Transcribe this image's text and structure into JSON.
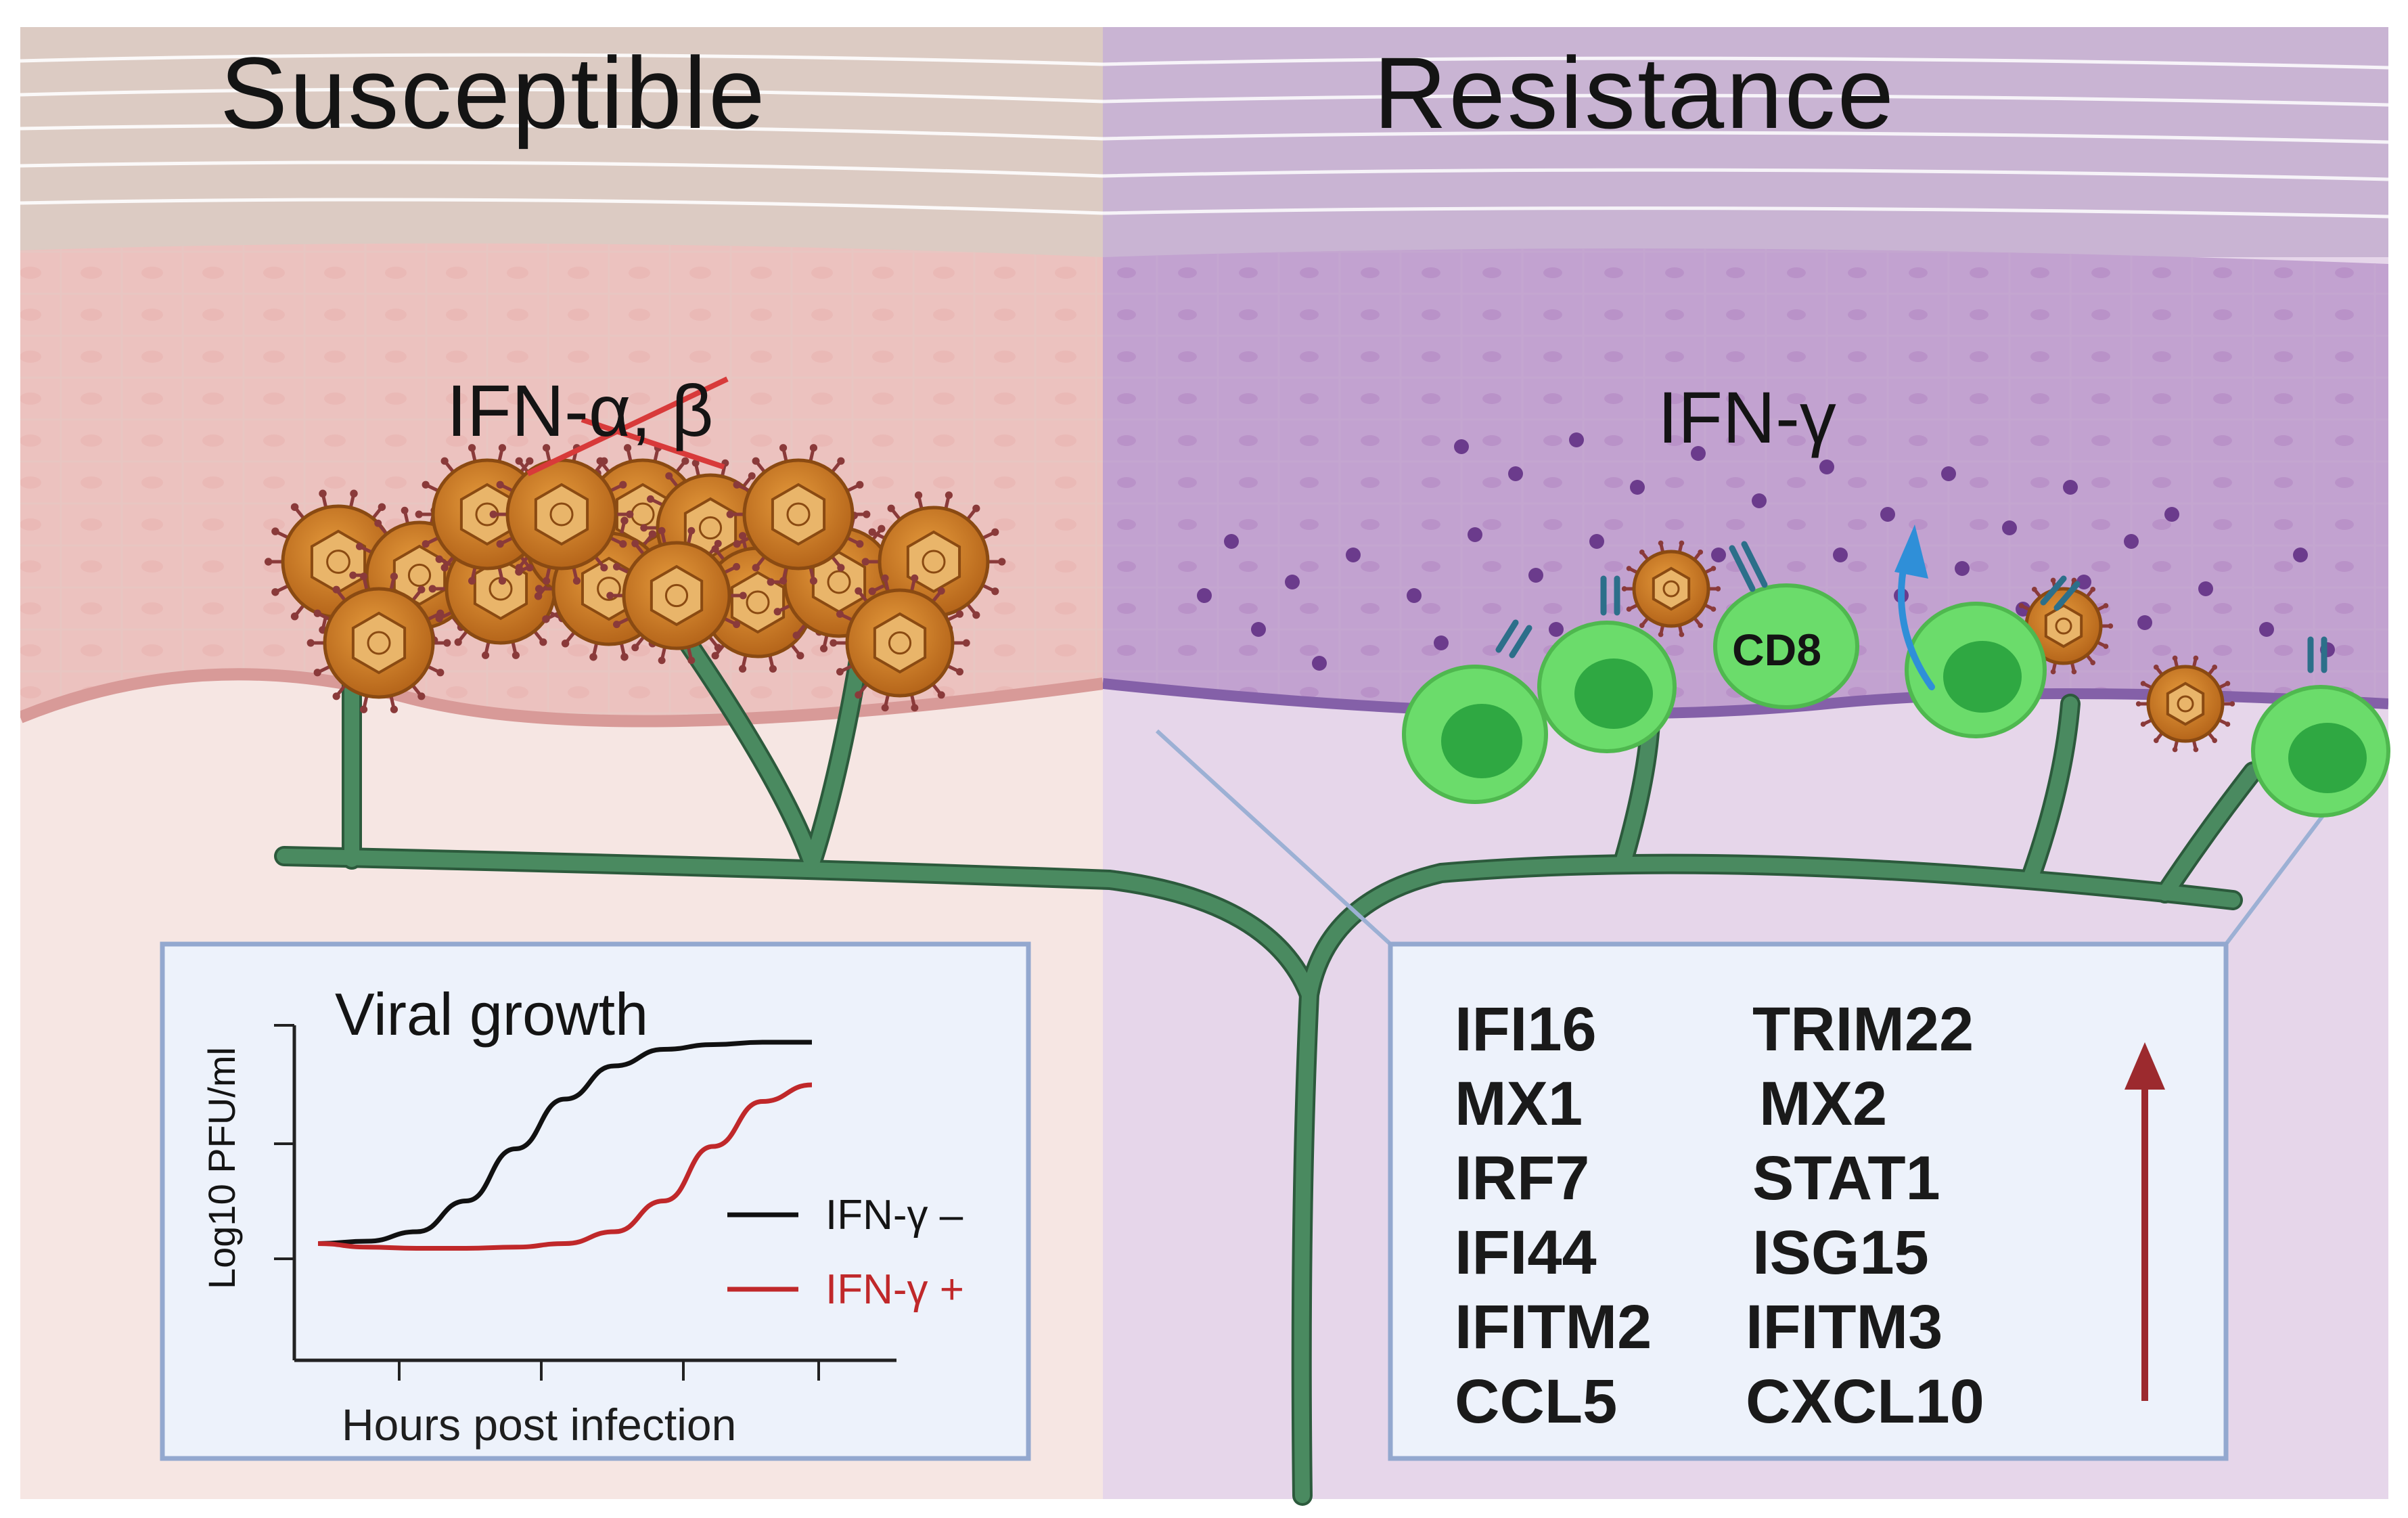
{
  "panels": {
    "left_title": "Susceptible",
    "right_title": "Resistance"
  },
  "labels": {
    "ifn_ab": "IFN-α, β",
    "ifn_g": "IFN-γ",
    "cd8": "CD8"
  },
  "chart": {
    "title": "Viral growth",
    "ylabel": "Log10 PFU/ml",
    "xlabel": "Hours  post infection",
    "legend": [
      {
        "name": "IFN-γ –",
        "color": "#111111"
      },
      {
        "name": "IFN-γ +",
        "color": "#c0282a"
      }
    ]
  },
  "chart_data": {
    "type": "line",
    "title": "Viral growth",
    "xlabel": "Hours  post infection",
    "ylabel": "Log10 PFU/ml",
    "series": [
      {
        "name": "IFN-γ –",
        "color": "#111111",
        "x": [
          0,
          0.1,
          0.2,
          0.3,
          0.4,
          0.5,
          0.6,
          0.7,
          0.8,
          0.9,
          1.0
        ],
        "y": [
          0.15,
          0.16,
          0.2,
          0.33,
          0.55,
          0.76,
          0.9,
          0.97,
          0.99,
          1.0,
          1.0
        ]
      },
      {
        "name": "IFN-γ +",
        "color": "#c0282a",
        "x": [
          0,
          0.1,
          0.2,
          0.3,
          0.4,
          0.5,
          0.6,
          0.7,
          0.8,
          0.9,
          1.0
        ],
        "y": [
          0.15,
          0.135,
          0.13,
          0.13,
          0.135,
          0.15,
          0.2,
          0.33,
          0.56,
          0.75,
          0.82
        ]
      }
    ],
    "grid": false,
    "legend_position": "lower-right"
  },
  "genes": {
    "col1": [
      "IFI16",
      "MX1",
      "IRF7",
      "IFI44",
      "IFITM2",
      "CCL5"
    ],
    "col2": [
      "TRIM22",
      "MX2",
      "STAT1",
      "ISG15",
      "IFITM3",
      "CXCL10"
    ]
  },
  "colors": {
    "susceptible_bg": "#f6e6e3",
    "resistance_bg": "#e6d6ea",
    "nerve": "#3f7d55",
    "virus": "#c9761f",
    "t_cell": "#6bdc6b",
    "up_arrow": "#9c2a2e",
    "cytokine": "#6b3b8c"
  }
}
